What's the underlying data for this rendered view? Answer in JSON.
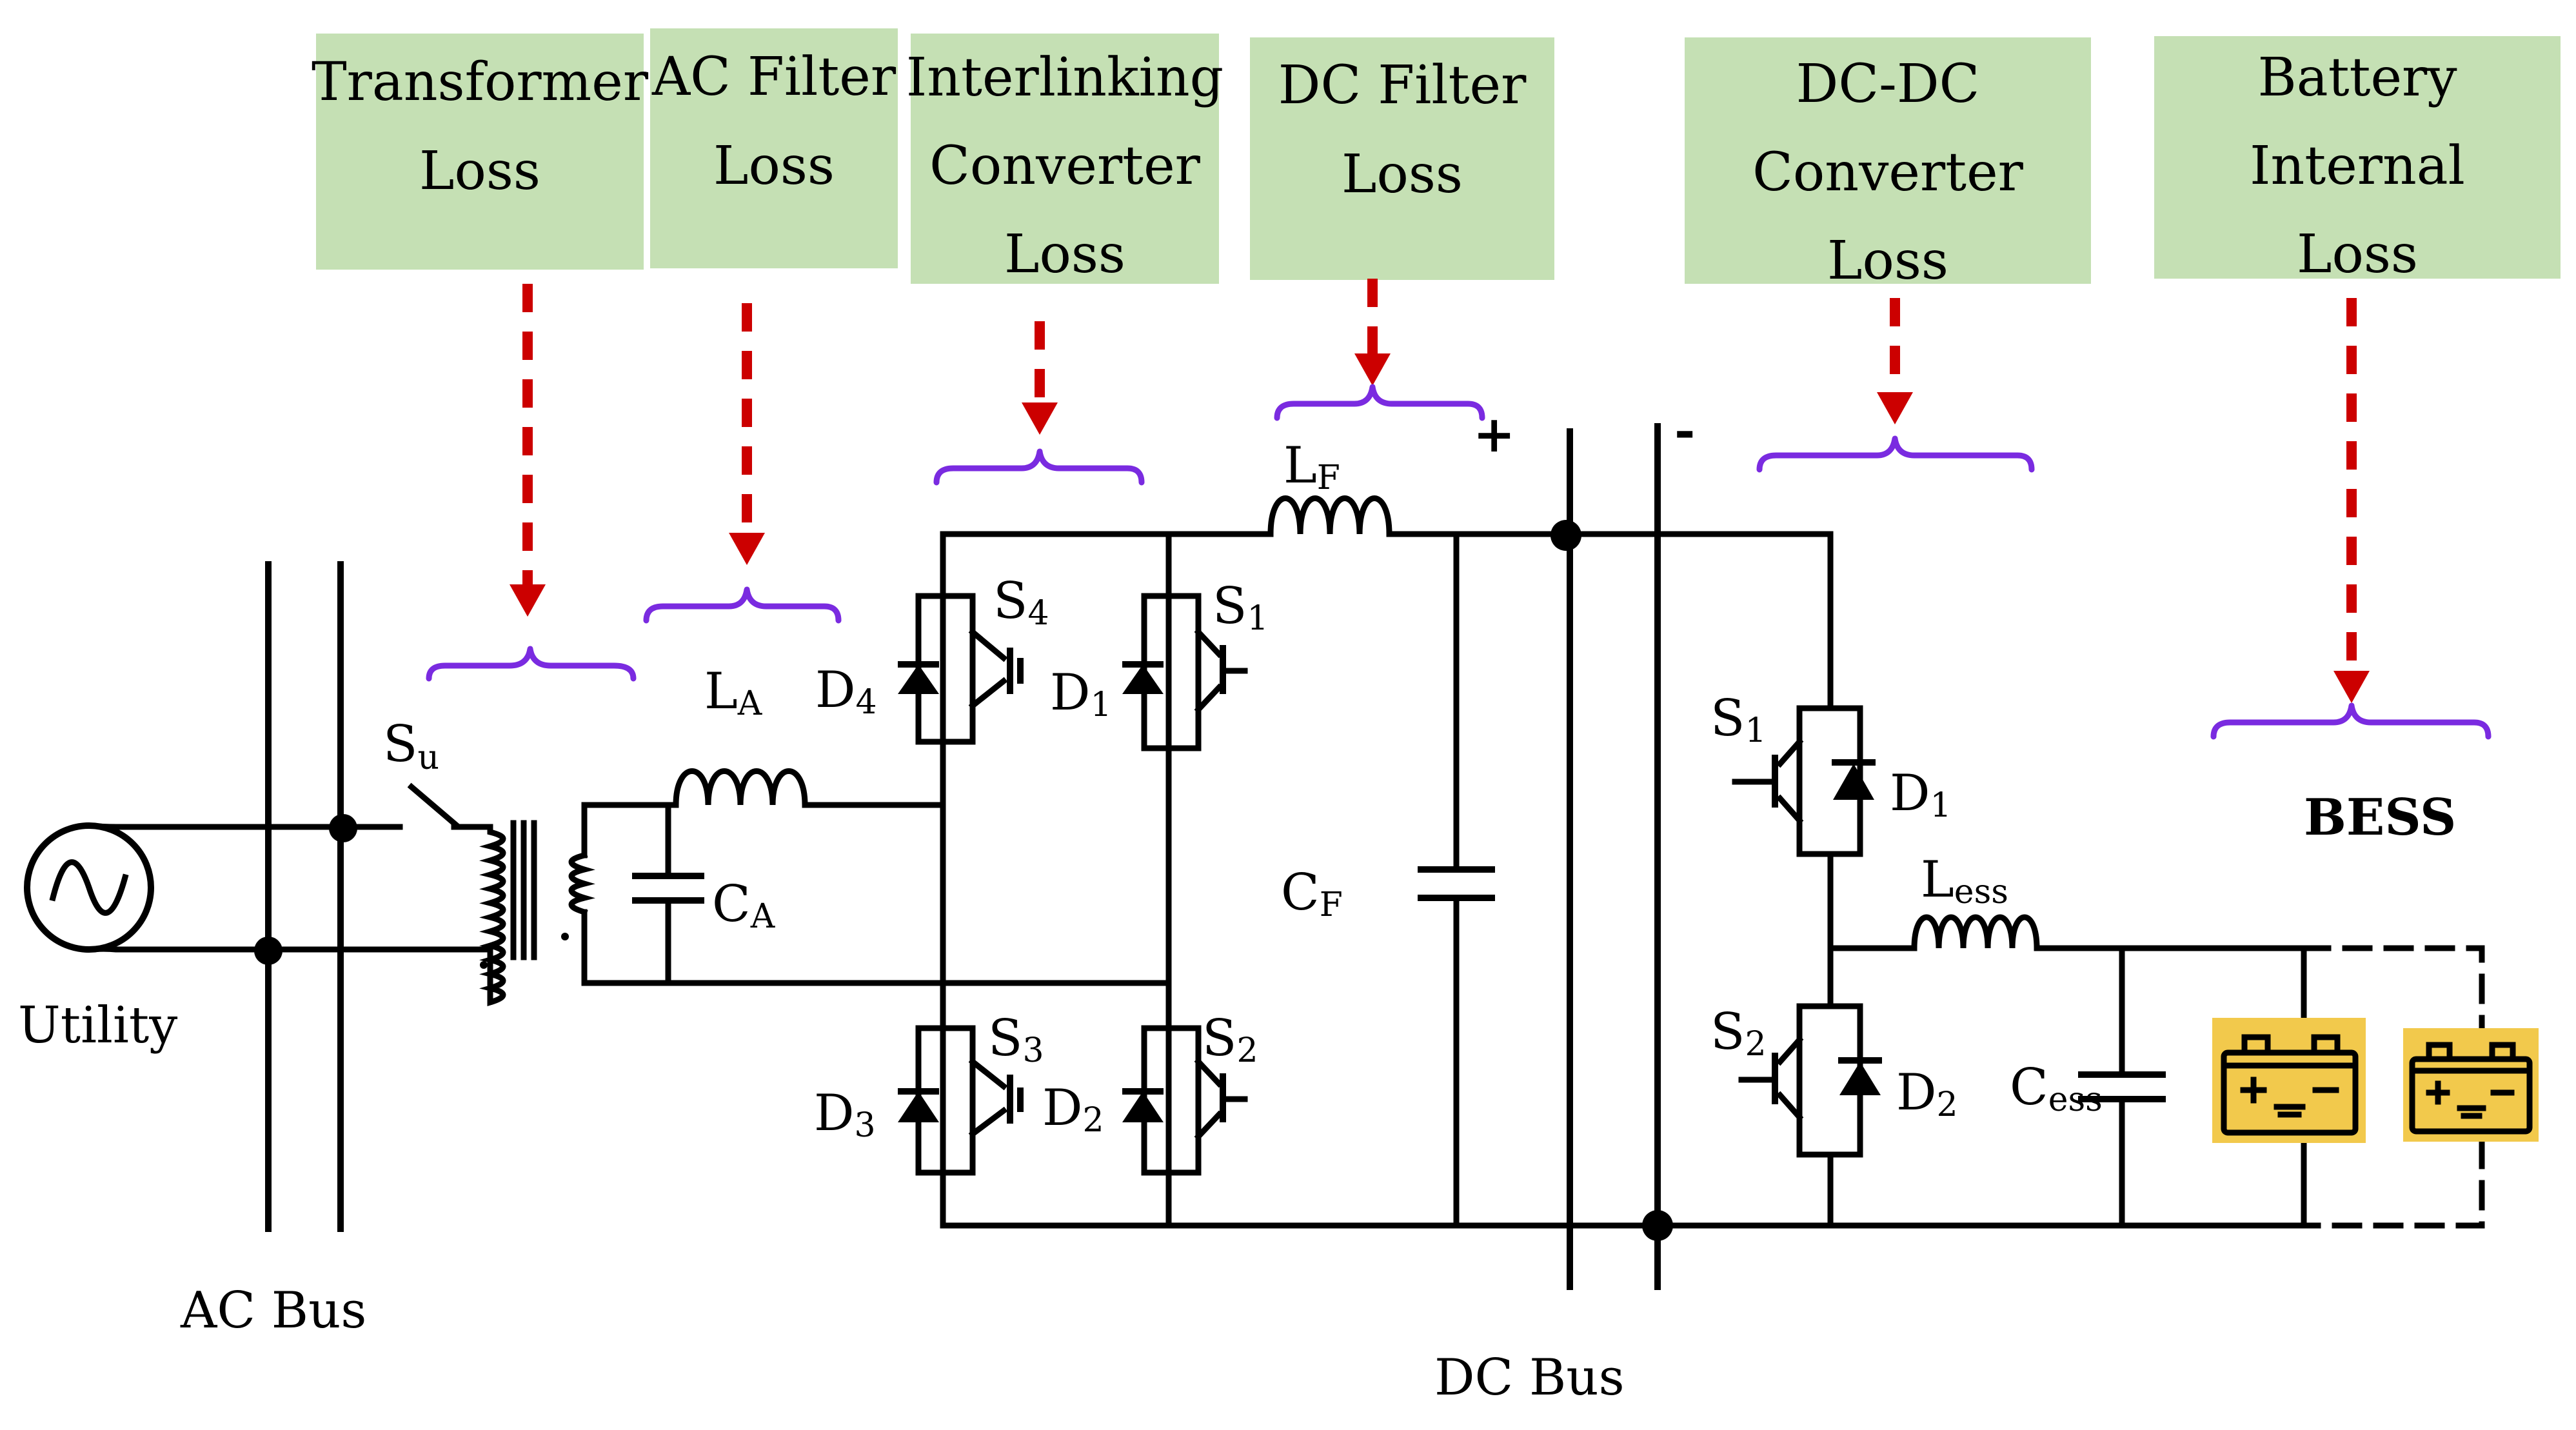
{
  "colors": {
    "box_fill": "#c5e0b4",
    "arrow": "#cc0000",
    "brace": "#7a2be0",
    "battery": "#f2c94c"
  },
  "loss_boxes": [
    {
      "lines": [
        "Transformer",
        "Loss"
      ]
    },
    {
      "lines": [
        "AC Filter",
        "Loss"
      ]
    },
    {
      "lines": [
        "Interlinking",
        "Converter",
        "Loss"
      ]
    },
    {
      "lines": [
        "DC Filter",
        "Loss"
      ]
    },
    {
      "lines": [
        "DC-DC",
        "Converter",
        "Loss"
      ]
    },
    {
      "lines": [
        "Battery",
        "Internal",
        "Loss"
      ]
    }
  ],
  "labels": {
    "utility": "Utility",
    "ac_bus": "AC Bus",
    "dc_bus": "DC Bus",
    "bess": "BESS",
    "plus": "+",
    "minus": "-"
  },
  "components": {
    "su": {
      "main": "S",
      "sub": "u"
    },
    "la": {
      "main": "L",
      "sub": "A"
    },
    "ca": {
      "main": "C",
      "sub": "A"
    },
    "lf": {
      "main": "L",
      "sub": "F"
    },
    "cf": {
      "main": "C",
      "sub": "F"
    },
    "s4": {
      "main": "S",
      "sub": "4"
    },
    "d4": {
      "main": "D",
      "sub": "4"
    },
    "s1": {
      "main": "S",
      "sub": "1"
    },
    "d1": {
      "main": "D",
      "sub": "1"
    },
    "s3": {
      "main": "S",
      "sub": "3"
    },
    "d3": {
      "main": "D",
      "sub": "3"
    },
    "s2": {
      "main": "S",
      "sub": "2"
    },
    "d2": {
      "main": "D",
      "sub": "2"
    },
    "dc_s1": {
      "main": "S",
      "sub": "1"
    },
    "dc_d1": {
      "main": "D",
      "sub": "1"
    },
    "dc_s2": {
      "main": "S",
      "sub": "2"
    },
    "dc_d2": {
      "main": "D",
      "sub": "2"
    },
    "less": {
      "main": "L",
      "sub": "ess"
    },
    "cess": {
      "main": "C",
      "sub": "ess"
    }
  }
}
